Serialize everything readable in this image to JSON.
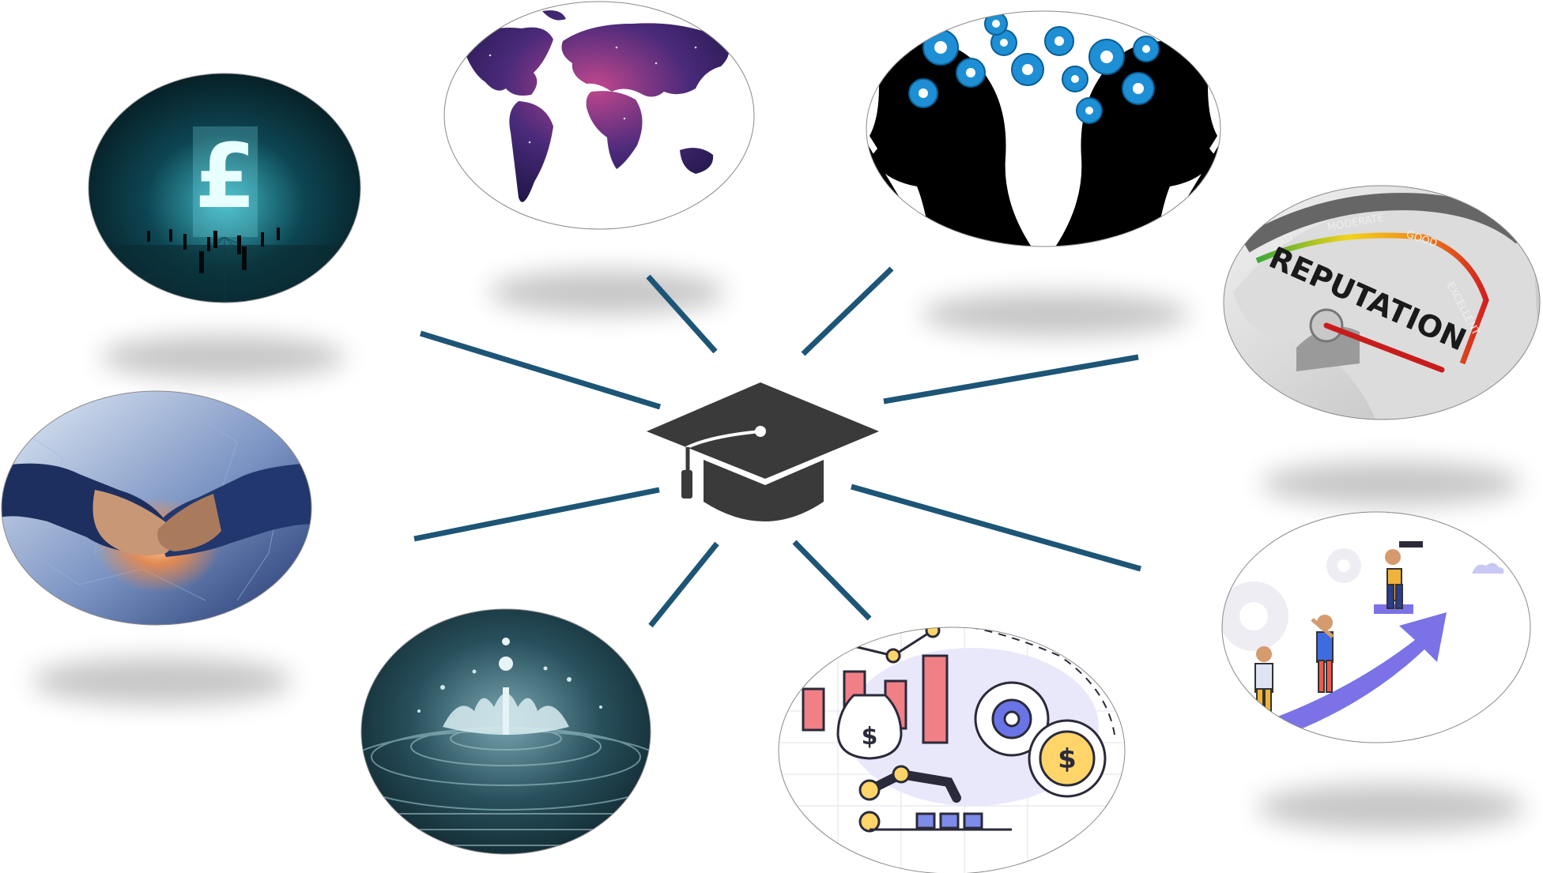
{
  "hub": {
    "icon": "graduation-cap-icon"
  },
  "connector_color": "#1d5577",
  "nodes": [
    {
      "id": "pound-currency",
      "icon": "pound-sign-icon"
    },
    {
      "id": "world-map",
      "icon": "world-map-icon"
    },
    {
      "id": "minds-gears",
      "icon": "gears-heads-icon"
    },
    {
      "id": "reputation-gauge",
      "icon": "gauge-icon",
      "text": {
        "title": "REPUTATION",
        "bad": "BAD",
        "moderate": "MODERATE",
        "good": "GOOD",
        "excellent": "EXCELLENT"
      }
    },
    {
      "id": "handshake",
      "icon": "handshake-icon"
    },
    {
      "id": "water-splash",
      "icon": "water-drop-icon"
    },
    {
      "id": "finance-automation",
      "icon": "finance-chart-icon",
      "text": {
        "coin": "$",
        "bag": "$"
      }
    },
    {
      "id": "growth-team",
      "icon": "growth-arrow-icon"
    }
  ]
}
